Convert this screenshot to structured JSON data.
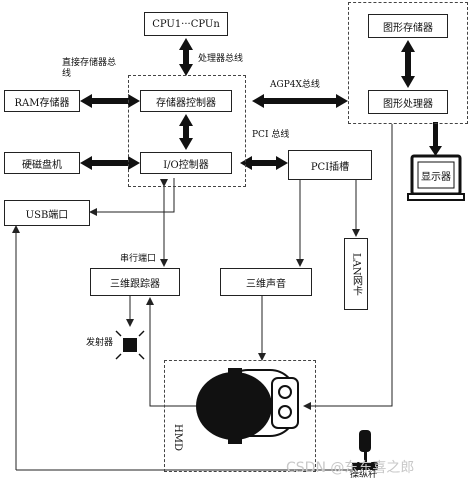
{
  "blocks": {
    "cpu": "CPU1···CPUn",
    "ram": "RAM存储器",
    "mem_ctrl": "存储器控制器",
    "io_ctrl": "I/O控制器",
    "pci_slot": "PCI插槽",
    "hdd": "硬磁盘机",
    "usb": "USB端口",
    "tracker_3d": "三维跟踪器",
    "sound_3d": "三维声音",
    "lan_card": "LAN网卡",
    "gfx_mem": "图形存储器",
    "gfx_proc": "图形处理器",
    "display": "显示器"
  },
  "labels": {
    "cpu_bus": "处理器总线",
    "mem_bus": "直接存储器总线",
    "agp_bus": "AGP4X总线",
    "pci_bus": "PCI 总线",
    "serial_port": "串行端口",
    "emitter": "发射器",
    "hmd": "HMD",
    "joystick": "操纵杆"
  },
  "watermark": "CSDN @东东喜之郎"
}
